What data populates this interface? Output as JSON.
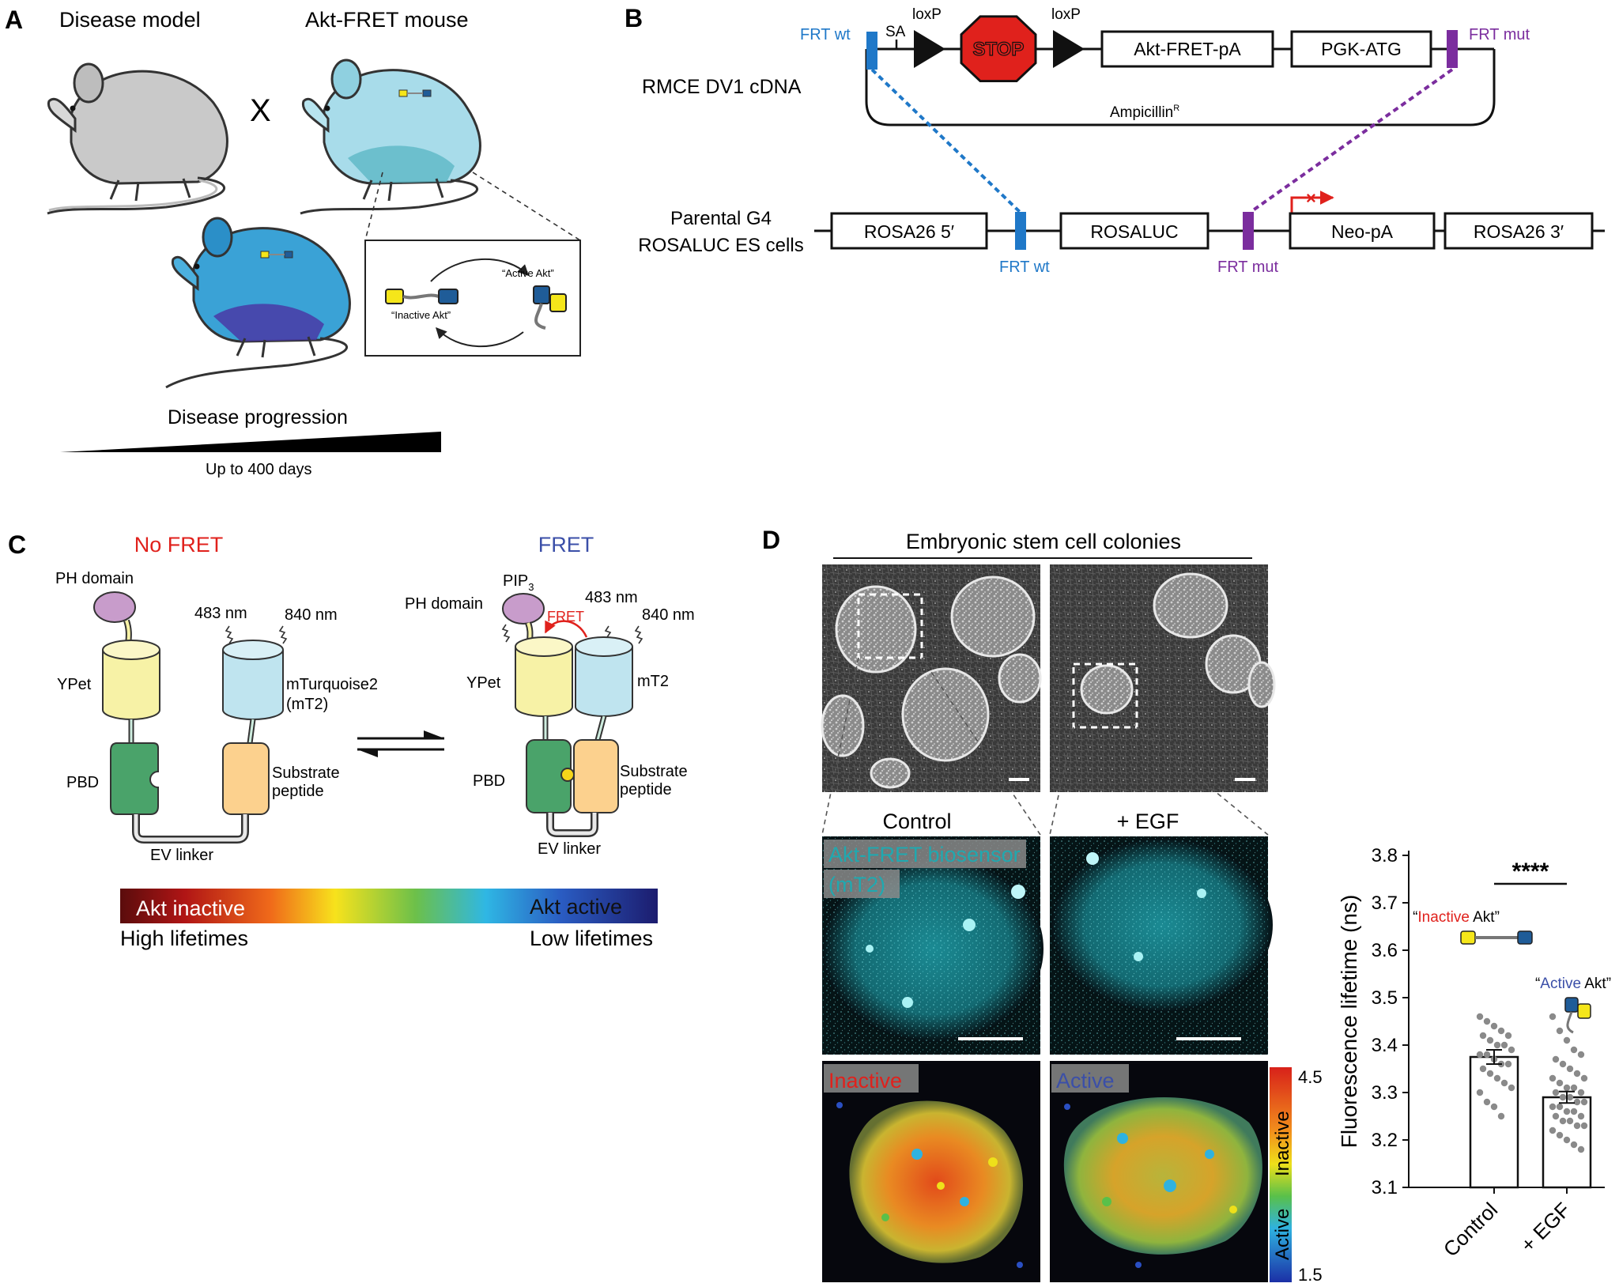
{
  "panel_letters": {
    "a": "A",
    "b": "B",
    "c": "C",
    "d": "D"
  },
  "panelA": {
    "disease_model": "Disease model",
    "akt_fret_mouse": "Akt-FRET mouse",
    "cross": "X",
    "disease_progression": "Disease progression",
    "up_to": "Up to 400 days",
    "inset_active": "“Active Akt”",
    "inset_inactive": "“Inactive Akt”"
  },
  "panelB": {
    "rmce_label": "RMCE DV1 cDNA",
    "frt_wt_top": "FRT wt",
    "sa": "SA",
    "loxp1": "loxP",
    "stop": "STOP",
    "loxp2": "loxP",
    "akt_fret_pa": "Akt-FRET-pA",
    "pgk_atg": "PGK-ATG",
    "frt_mut_top": "FRT mut",
    "ampicillin": "Ampicillin",
    "ampicillin_sup": "R",
    "parental_line1": "Parental G4",
    "parental_line2": "ROSALUC ES cells",
    "rosa26_5": "ROSA26 5′",
    "rosaluc": "ROSALUC",
    "neo_pa": "Neo-pA",
    "rosa26_3": "ROSA26 3′",
    "frt_wt_bottom": "FRT wt",
    "frt_mut_bottom": "FRT mut"
  },
  "panelC": {
    "no_fret": "No FRET",
    "fret": "FRET",
    "ph_domain_left": "PH domain",
    "nm483_left": "483 nm",
    "nm840_left": "840 nm",
    "ypet_left": "YPet",
    "mturquoise_line1": "mTurquoise2",
    "mturquoise_line2": "(mT2)",
    "pbd_left": "PBD",
    "substrate_left_1": "Substrate",
    "substrate_left_2": "peptide",
    "ev_linker_left": "EV linker",
    "pip": "PIP",
    "pip_sub": "3",
    "ph_domain_right": "PH domain",
    "fret_arrow": "FRET",
    "nm483_right": "483 nm",
    "nm840_right": "840 nm",
    "ypet_right": "YPet",
    "mt2_right": "mT2",
    "pbd_right": "PBD",
    "substrate_right_1": "Substrate",
    "substrate_right_2": "peptide",
    "ev_linker_right": "EV linker",
    "akt_inactive": "Akt inactive",
    "akt_active": "Akt active",
    "high_lifetimes": "High lifetimes",
    "low_lifetimes": "Low lifetimes"
  },
  "panelD": {
    "title": "Embryonic stem cell colonies",
    "control": "Control",
    "egf": "+ EGF",
    "biosensor_line1": "Akt-FRET biosensor",
    "biosensor_line2": "(mT2)",
    "inactive": "Inactive",
    "active": "Active",
    "scale_top": "4.5",
    "scale_bottom": "1.5",
    "scale_label_top": "Inactive",
    "scale_label_bottom": "Active",
    "inactive_akt_pre": "“",
    "inactive_akt_red": "Inactive",
    "inactive_akt_post": " Akt”",
    "active_akt_pre": "“",
    "active_akt_blue": "Active",
    "active_akt_post": " Akt”"
  },
  "colors": {
    "frt_wt": "#1f78c8",
    "frt_mut": "#7b2d9e",
    "stop": "#e0211c",
    "no_fret": "#e0211c",
    "fret": "#3b4fa8",
    "ypet": "#f7f2a6",
    "mt2": "#bfe4ef",
    "pbd": "#4aa36a",
    "substrate": "#fcd18e",
    "ph": "#c89ccb"
  },
  "chart_data": {
    "type": "bar",
    "categories": [
      "Control",
      "+ EGF"
    ],
    "values": [
      3.375,
      3.29
    ],
    "sem": [
      0.015,
      0.012
    ],
    "ylabel": "Fluorescence lifetime (ns)",
    "ylim": [
      3.1,
      3.8
    ],
    "yticks": [
      "3.1",
      "3.2",
      "3.3",
      "3.4",
      "3.5",
      "3.6",
      "3.7",
      "3.8"
    ],
    "significance": "****",
    "points": {
      "Control": [
        3.46,
        3.45,
        3.44,
        3.43,
        3.42,
        3.42,
        3.41,
        3.4,
        3.4,
        3.39,
        3.38,
        3.38,
        3.37,
        3.36,
        3.36,
        3.35,
        3.34,
        3.33,
        3.32,
        3.31,
        3.3,
        3.28,
        3.27,
        3.25
      ],
      "+ EGF": [
        3.46,
        3.43,
        3.41,
        3.39,
        3.38,
        3.37,
        3.36,
        3.35,
        3.34,
        3.33,
        3.33,
        3.32,
        3.31,
        3.31,
        3.3,
        3.3,
        3.29,
        3.29,
        3.28,
        3.28,
        3.27,
        3.27,
        3.26,
        3.26,
        3.25,
        3.25,
        3.24,
        3.24,
        3.23,
        3.23,
        3.22,
        3.21,
        3.2,
        3.19,
        3.18
      ]
    }
  }
}
